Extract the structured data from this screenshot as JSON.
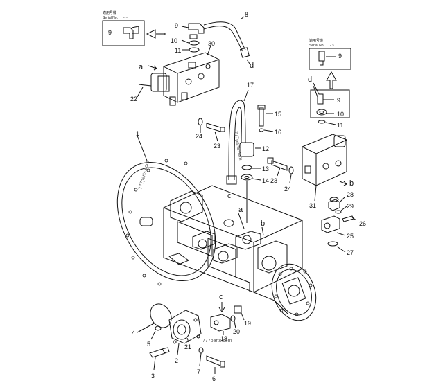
{
  "inset_left": {
    "title_jp": "適用号機",
    "serial_label": "Serial No.",
    "serial_value": "- ~"
  },
  "inset_right": {
    "title_jp": "適用号機",
    "serial_label": "Serial No.",
    "serial_value": "- ~"
  },
  "callouts": {
    "n1": "1",
    "n2": "2",
    "n3": "3",
    "n4": "4",
    "n5": "5",
    "n6": "6",
    "n7": "7",
    "n8": "8",
    "n9_inset_left": "9",
    "n9_left": "9",
    "n9_inset_right": "9",
    "n9_right": "9",
    "n10_left": "10",
    "n10_right": "10",
    "n11_left": "11",
    "n11_right": "11",
    "n12": "12",
    "n13": "13",
    "n14": "14",
    "n15": "15",
    "n16": "16",
    "n17": "17",
    "n18": "18",
    "n19": "19",
    "n20": "20",
    "n21": "21",
    "n22": "22",
    "n23_left": "23",
    "n23_right": "23",
    "n24_left": "24",
    "n24_right": "24",
    "n25": "25",
    "n26": "26",
    "n27": "27",
    "n28": "28",
    "n29": "29",
    "n30": "30",
    "n31": "31"
  },
  "letters": {
    "a_top": "a",
    "a_mid": "a",
    "b_mid": "b",
    "b_right": "b",
    "c_hose": "c",
    "c_bottom": "c",
    "d_top": "d",
    "d_right": "d"
  },
  "watermarks": {
    "w1": "777parts.com",
    "w2": "777parts.com",
    "w3": "777parts.com"
  }
}
